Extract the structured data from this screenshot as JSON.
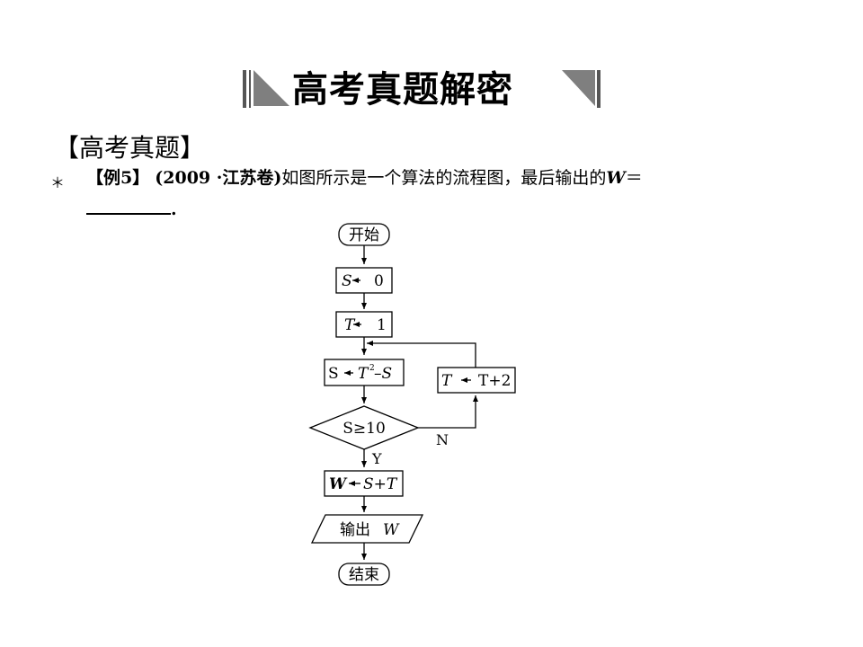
{
  "banner": {
    "title": "高考真题解密"
  },
  "section": {
    "title": "【高考真题】"
  },
  "problem": {
    "bullet": "＊",
    "example_label": "【例5】",
    "source": "(2009 ·江苏卷)",
    "text": "如图所示是一个算法的流程图，最后输出的",
    "var": "W",
    "equals": "＝",
    "period": "."
  },
  "flowchart": {
    "start": "开始",
    "init_s_var": "S",
    "init_s_val": "0",
    "init_t_var": "T",
    "init_t_val": "1",
    "update_s_lhs": "S",
    "update_s_rhs_t": "T",
    "update_s_exp": "2",
    "update_s_rhs_s": "–S",
    "update_t_lhs": "T",
    "update_t_rhs": "T+2",
    "condition": "S≥10",
    "yes_label": "Y",
    "no_label": "N",
    "assign_w_lhs": "W",
    "assign_w_rhs": "S+T",
    "output_label": "输出",
    "output_var": "W",
    "end": "结束"
  }
}
